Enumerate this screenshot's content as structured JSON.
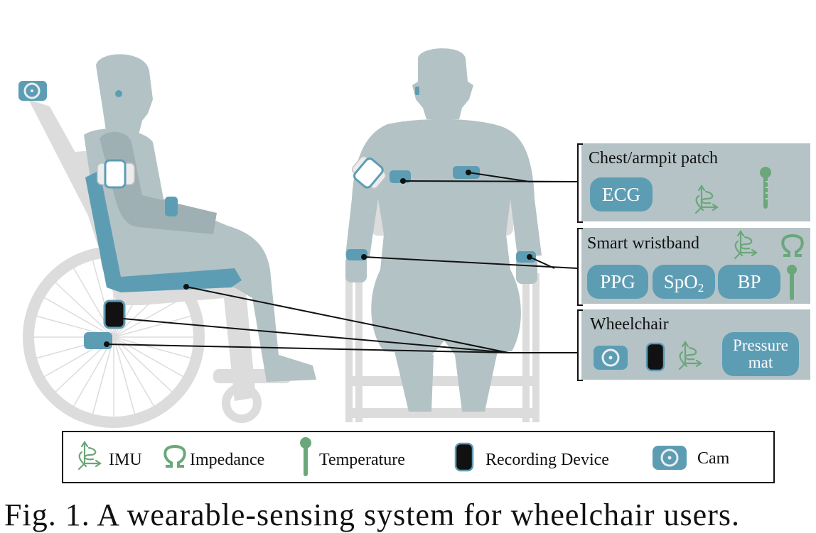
{
  "panels": {
    "chest": {
      "title": "Chest/armpit patch",
      "pills": [
        "ECG"
      ]
    },
    "wristband": {
      "title": "Smart wristband",
      "pills": {
        "ppg": "PPG",
        "spo2_main": "SpO",
        "spo2_sub": "2",
        "bp": "BP"
      }
    },
    "wheelchair": {
      "title": "Wheelchair",
      "pressure_line1": "Pressure",
      "pressure_line2": "mat"
    }
  },
  "legend": {
    "imu": "IMU",
    "impedance": "Impedance",
    "temperature": "Temperature",
    "recording": "Recording Device",
    "cam": "Cam"
  },
  "caption": "Fig. 1.   A wearable-sensing system for wheelchair users.",
  "colors": {
    "body": "#b3c2c5",
    "wheelchair_gray": "#dcdcdc",
    "sensor_blue": "#5d9db4",
    "sensor_dark": "#111111",
    "icon_green": "#6aa77a",
    "panel_bg": "#b5c3c6",
    "cushion": "#5d9db4"
  },
  "icons": [
    "imu-icon",
    "impedance-icon",
    "temperature-icon",
    "recording-device-icon",
    "cam-icon"
  ]
}
